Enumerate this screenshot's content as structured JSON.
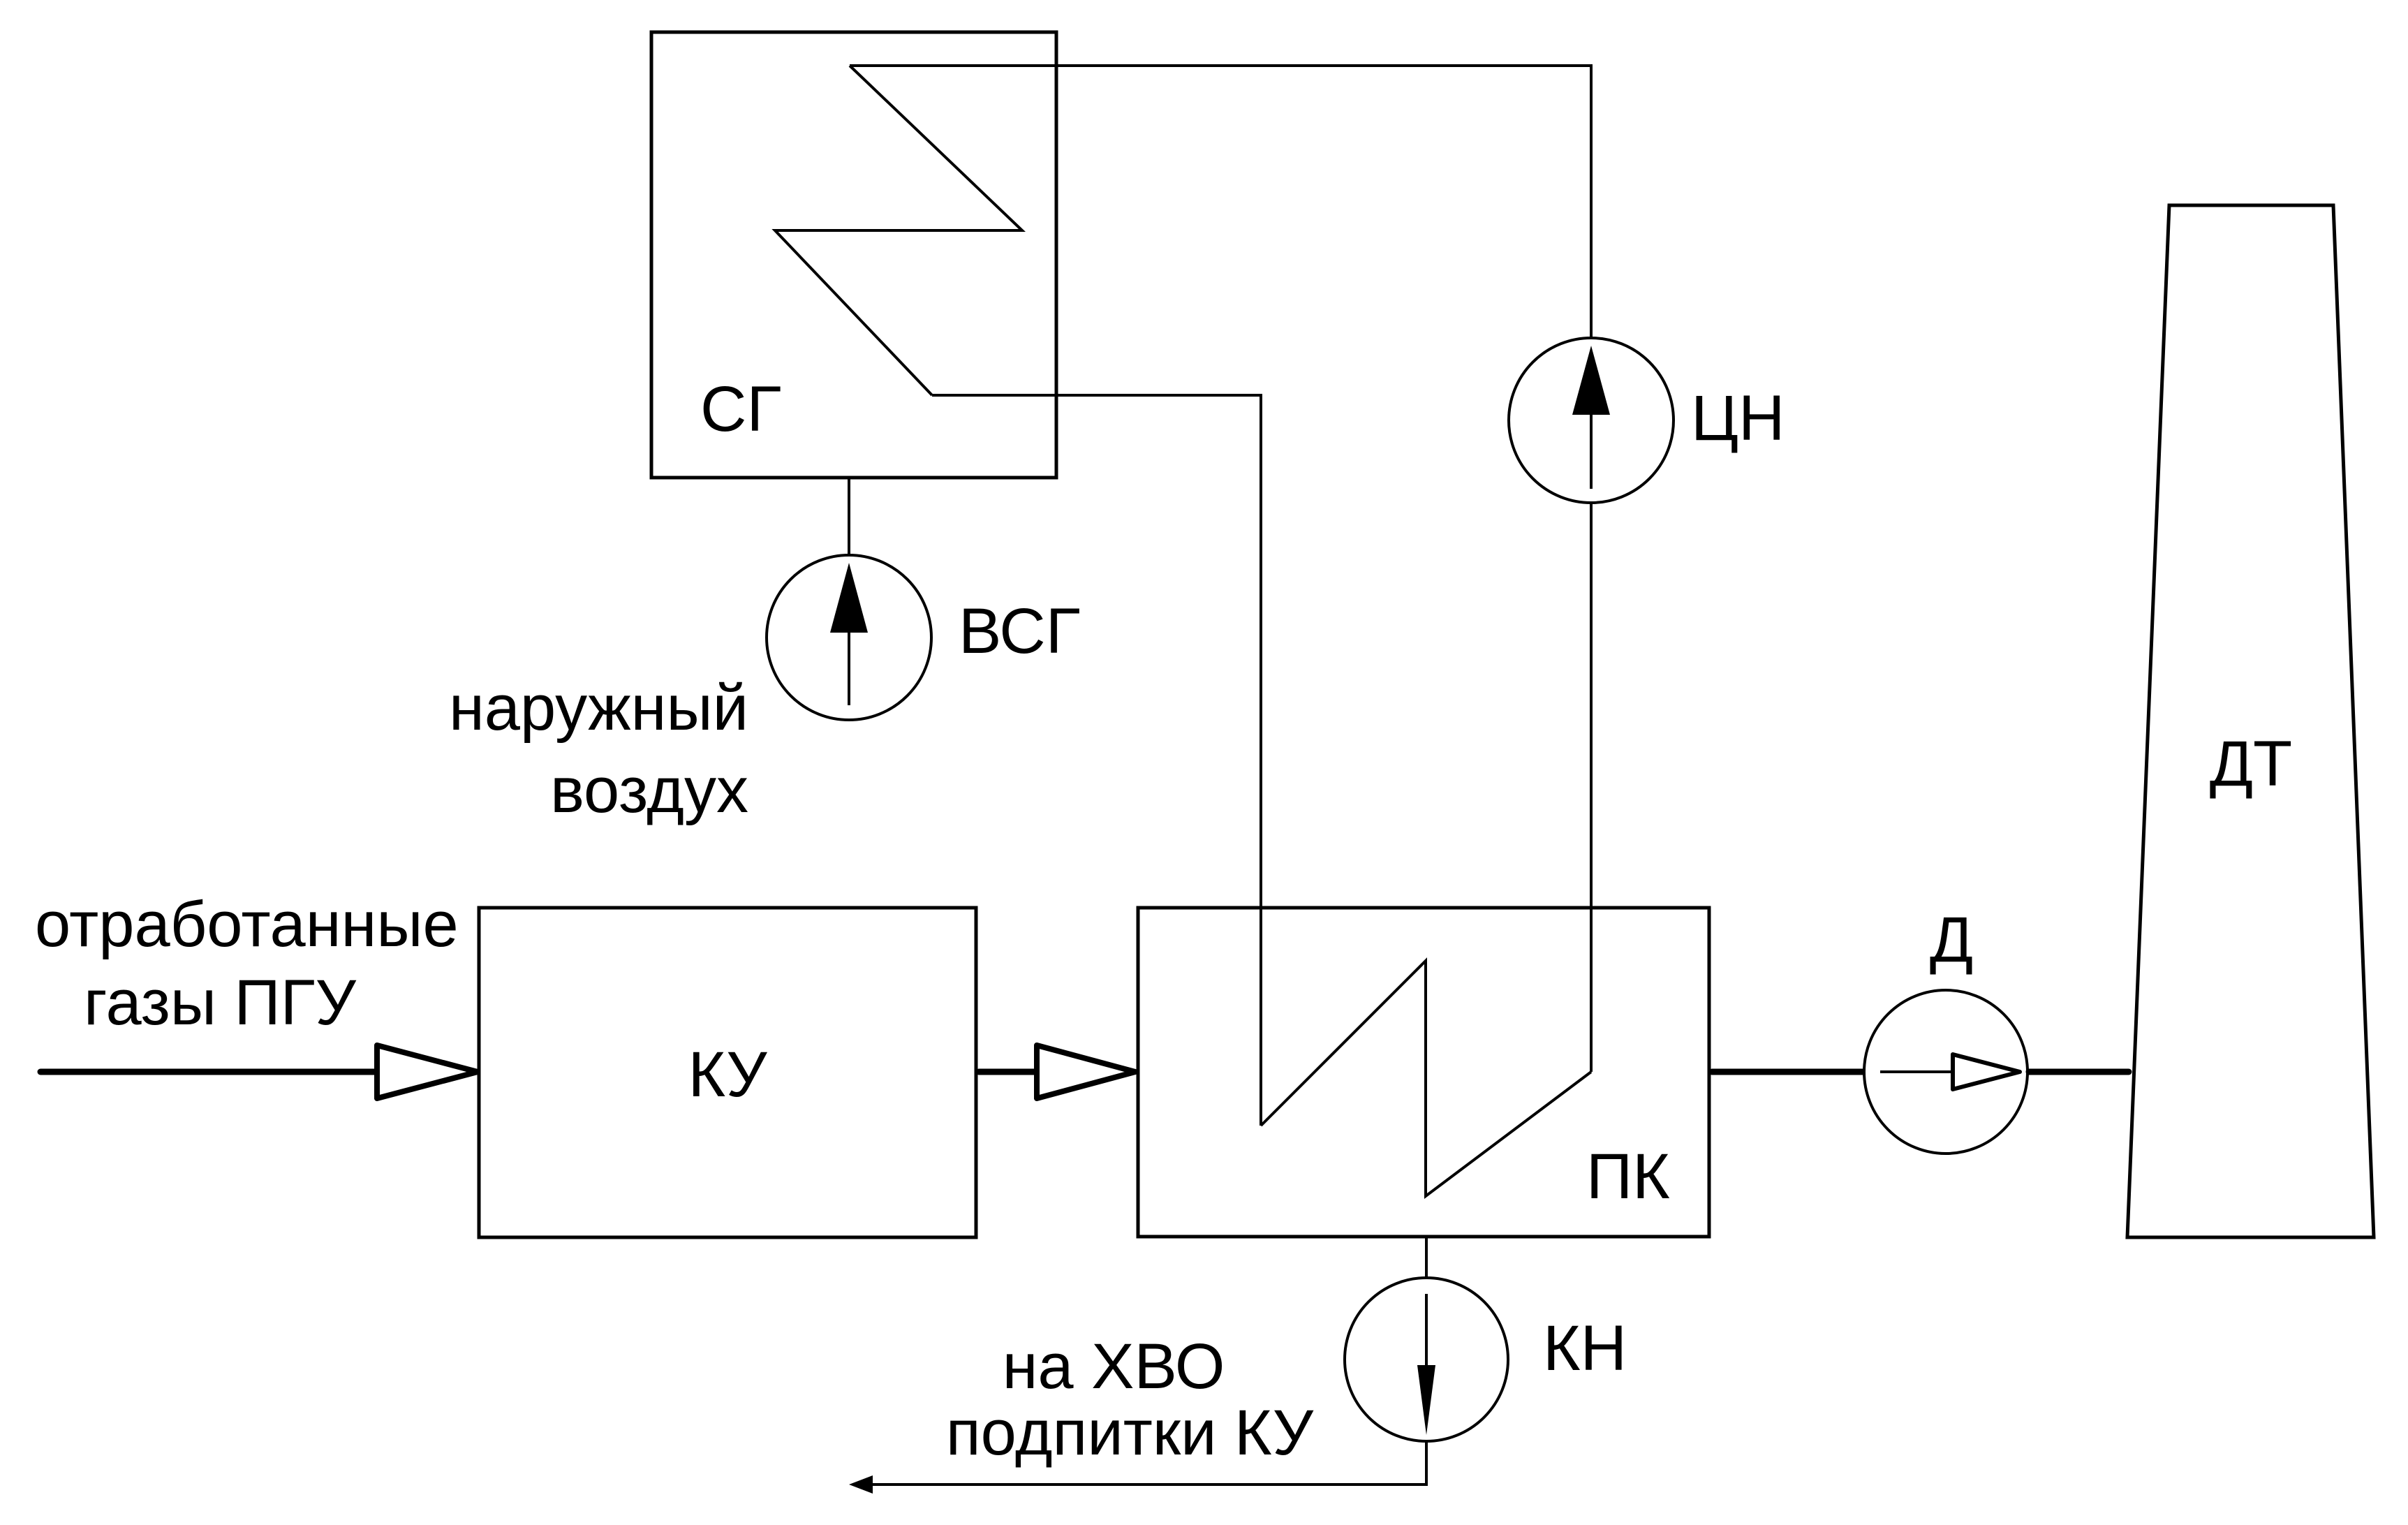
{
  "diagram": {
    "type": "process-flow-scheme",
    "components": {
      "smoke_stack": {
        "label": "ДТ"
      },
      "gas_dryer": {
        "label": "СГ"
      },
      "waste_heat_boiler": {
        "label": "КУ"
      },
      "condensing_heater": {
        "label": "ПК"
      },
      "dryer_fan": {
        "label": "ВСГ"
      },
      "circulation_pump": {
        "label": "ЦН"
      },
      "condensate_pump": {
        "label": "КН"
      },
      "exhauster": {
        "label": "Д"
      }
    },
    "annotations": {
      "inlet_gas_line1": "отработанные",
      "inlet_gas_line2": "газы ПГУ",
      "outside_air_line1": "наружный",
      "outside_air_line2": "воздух",
      "to_water_treatment_line1": "на ХВО",
      "to_water_treatment_line2": "подпитки КУ"
    },
    "colors": {
      "stroke": "#000000",
      "background": "#ffffff"
    }
  }
}
